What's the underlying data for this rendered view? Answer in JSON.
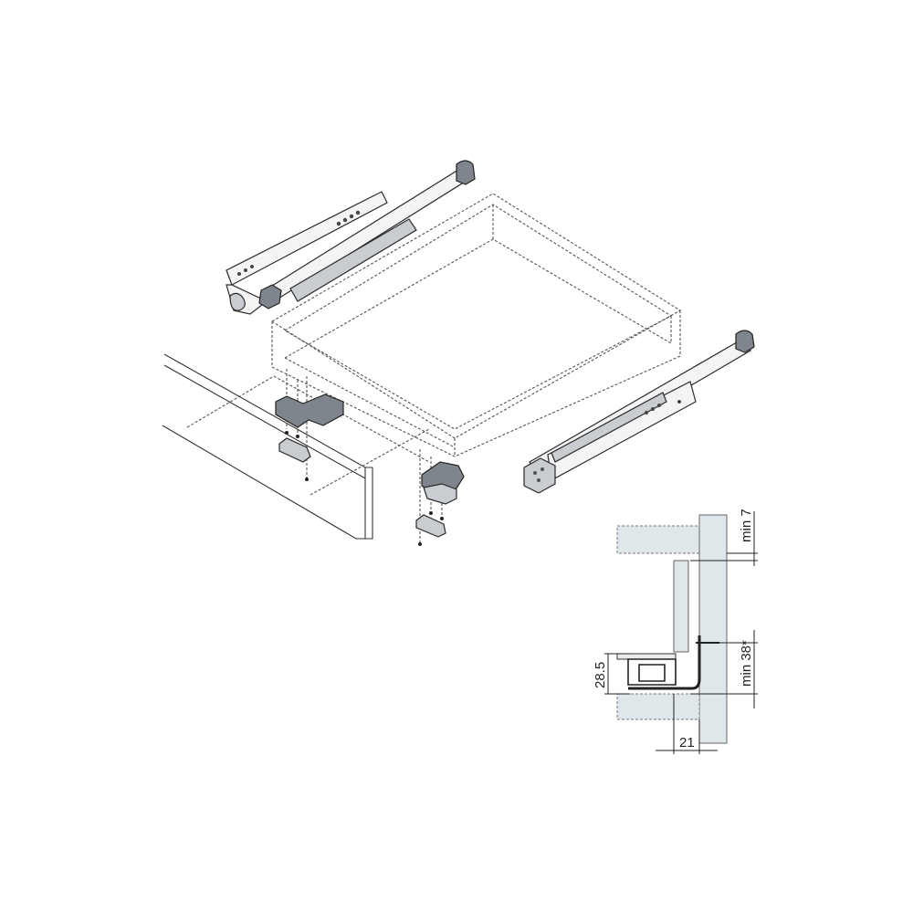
{
  "diagram": {
    "subject": "Concealed drawer runner installation with front locking devices",
    "components": [
      {
        "id": "runner-left",
        "label": "left drawer runner"
      },
      {
        "id": "runner-right",
        "label": "right drawer runner"
      },
      {
        "id": "drawer-box",
        "label": "drawer box"
      },
      {
        "id": "drawer-front",
        "label": "drawer front / cabinet board"
      },
      {
        "id": "locking-device-left",
        "label": "left locking device"
      },
      {
        "id": "locking-device-right",
        "label": "right locking device"
      },
      {
        "id": "cross-section",
        "label": "runner cross-section detail"
      }
    ],
    "dimensions": {
      "min_top": "min 7",
      "min_side": "min 38*",
      "height": "28.5",
      "width": "21"
    },
    "colors": {
      "board_fill": "#dfe7ea",
      "part_fill": "#c9ccd0",
      "line": "#333333"
    }
  }
}
